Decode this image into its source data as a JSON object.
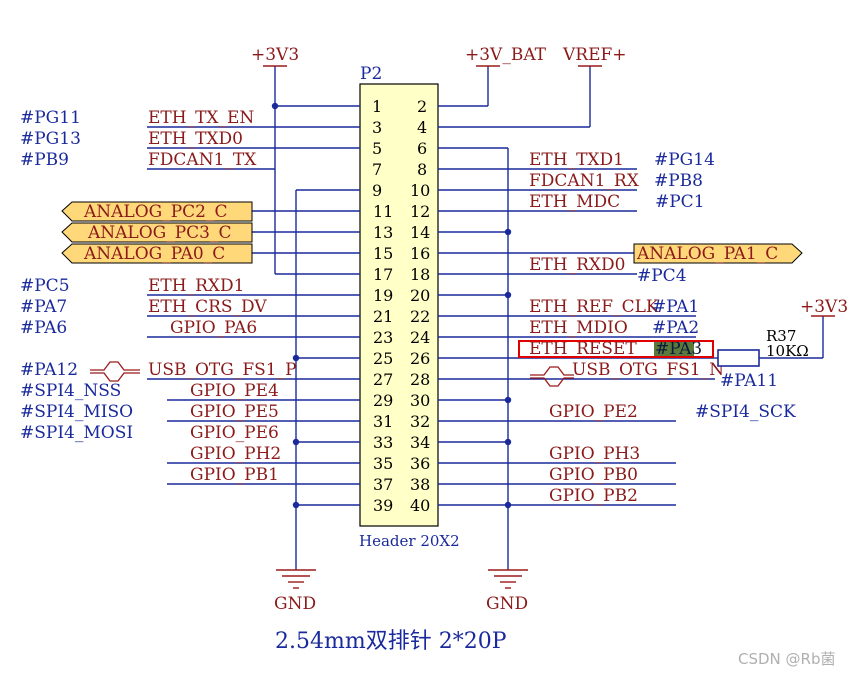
{
  "header": {
    "designator": "P2",
    "part": "Header 20X2",
    "caption": "2.54mm双排针 2*20P"
  },
  "pins_odd": [
    "1",
    "3",
    "5",
    "7",
    "9",
    "11",
    "13",
    "15",
    "17",
    "19",
    "21",
    "23",
    "25",
    "27",
    "29",
    "31",
    "33",
    "35",
    "37",
    "39"
  ],
  "pins_even": [
    "2",
    "4",
    "6",
    "8",
    "10",
    "12",
    "14",
    "16",
    "18",
    "20",
    "22",
    "24",
    "26",
    "28",
    "30",
    "32",
    "34",
    "36",
    "38",
    "40"
  ],
  "power": {
    "v3_left": "+3V3",
    "v_bat": "+3V_BAT",
    "vref": "VREF+",
    "v3_right": "+3V3",
    "gnd_left": "GND",
    "gnd_right": "GND"
  },
  "left_nets": [
    {
      "id": "#PG11",
      "net": "ETH_TX_EN"
    },
    {
      "id": "#PG13",
      "net": "ETH_TXD0"
    },
    {
      "id": "#PB9",
      "net": "FDCAN1_TX"
    },
    {
      "id": "#PC5",
      "net": "ETH_RXD1"
    },
    {
      "id": "#PA7",
      "net": "ETH_CRS_DV"
    },
    {
      "id": "#PA6",
      "net": "GPIO_PA6"
    },
    {
      "id": "#PA12",
      "net": "USB_OTG_FS1_P"
    },
    {
      "id": "#SPI4_NSS",
      "net": "GPIO_PE4"
    },
    {
      "id": "#SPI4_MISO",
      "net": "GPIO_PE5"
    },
    {
      "id": "#SPI4_MOSI",
      "net": "GPIO_PE6"
    },
    {
      "id": "",
      "net": "GPIO_PH2"
    },
    {
      "id": "",
      "net": "GPIO_PB1"
    }
  ],
  "left_ports": [
    "ANALOG_PC2_C",
    "ANALOG_PC3_C",
    "ANALOG_PA0_C"
  ],
  "right_nets": [
    {
      "net": "ETH_TXD1",
      "id": "#PG14"
    },
    {
      "net": "FDCAN1_RX",
      "id": "#PB8"
    },
    {
      "net": "ETH_MDC",
      "id": "#PC1"
    },
    {
      "net": "ETH_RXD0",
      "id": "#PC4"
    },
    {
      "net": "ETH_REF_CLK",
      "id": "#PA1"
    },
    {
      "net": "ETH_MDIO",
      "id": "#PA2"
    },
    {
      "net": "ETH_RESET",
      "id": "#PA3"
    },
    {
      "net": "USB_OTG_FS1_N",
      "id": "#PA11"
    },
    {
      "net": "GPIO_PE2",
      "id": "#SPI4_SCK"
    },
    {
      "net": "GPIO_PH3",
      "id": ""
    },
    {
      "net": "GPIO_PB0",
      "id": ""
    },
    {
      "net": "GPIO_PB2",
      "id": ""
    }
  ],
  "right_port": "ANALOG_PA1_C",
  "resistor": {
    "ref": "R37",
    "value": "10KΩ"
  },
  "watermark": "CSDN @Rb菌",
  "colors": {
    "wire": "#1a2a9c",
    "net": "#8b1a1a",
    "body": "#ffffc8",
    "port": "#ffd87a",
    "power": "#9c1a1a",
    "highlight": "#e00000"
  }
}
